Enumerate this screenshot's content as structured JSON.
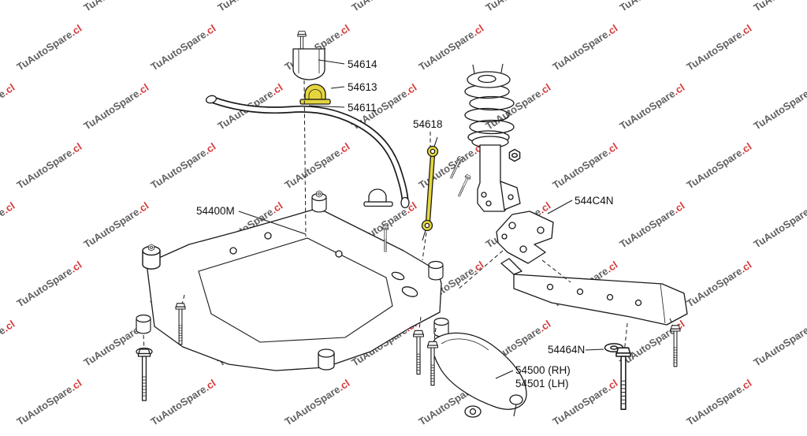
{
  "watermark": {
    "brand": "TuAutoSpare",
    "tld": ".cl"
  },
  "colors": {
    "line": "#1a1a1a",
    "highlight": "#e6d63e",
    "watermark": "#3f3f3f",
    "watermark_tld": "#cc1111"
  },
  "labels": {
    "p54614": "54614",
    "p54613": "54613",
    "p54611": "54611",
    "p54618": "54618",
    "p544C4N": "544C4N",
    "p54400M": "54400M",
    "p54464N": "54464N",
    "p54500": "54500 (RH)",
    "p54501": "54501 (LH)"
  }
}
